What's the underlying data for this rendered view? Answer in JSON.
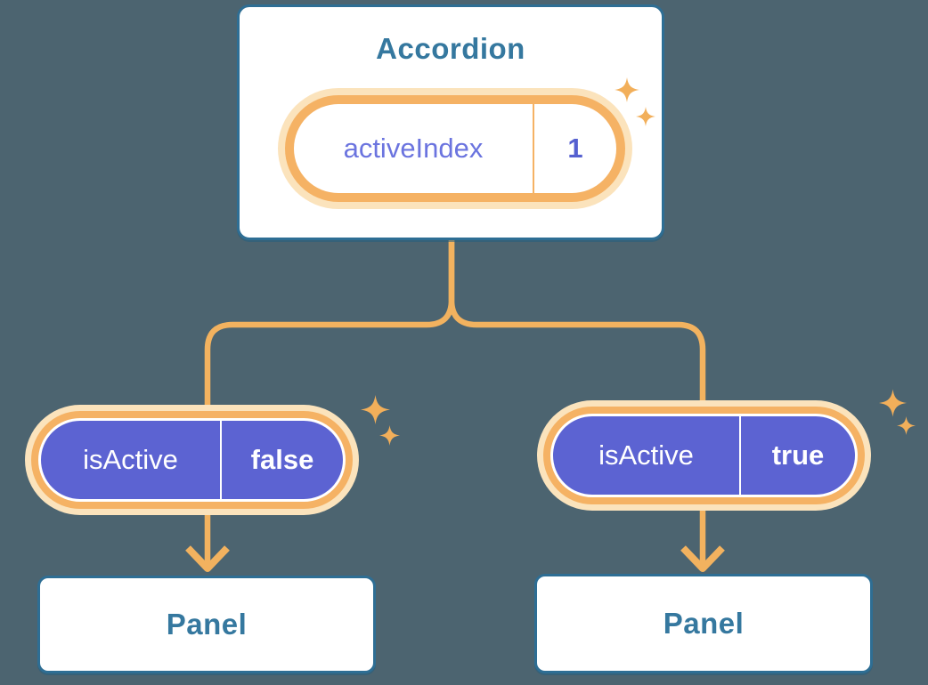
{
  "diagram": {
    "root": {
      "title": "Accordion",
      "state": {
        "name": "activeIndex",
        "value": "1"
      }
    },
    "children": [
      {
        "prop": {
          "name": "isActive",
          "value": "false"
        },
        "node": {
          "title": "Panel"
        }
      },
      {
        "prop": {
          "name": "isActive",
          "value": "true"
        },
        "node": {
          "title": "Panel"
        }
      }
    ],
    "colors": {
      "background": "#4C6470",
      "card_border_blue": "#2E6E94",
      "card_text_blue": "#35789F",
      "connector_orange": "#F2B25F",
      "pill_ring_orange": "#F5B264",
      "pill_halo": "#FBE3BC",
      "pill_purple": "#5C63D2",
      "state_text_purple": "#6B74DF",
      "state_value_purple": "#5560D0",
      "sparkle_orange": "#F2AF5A"
    }
  }
}
